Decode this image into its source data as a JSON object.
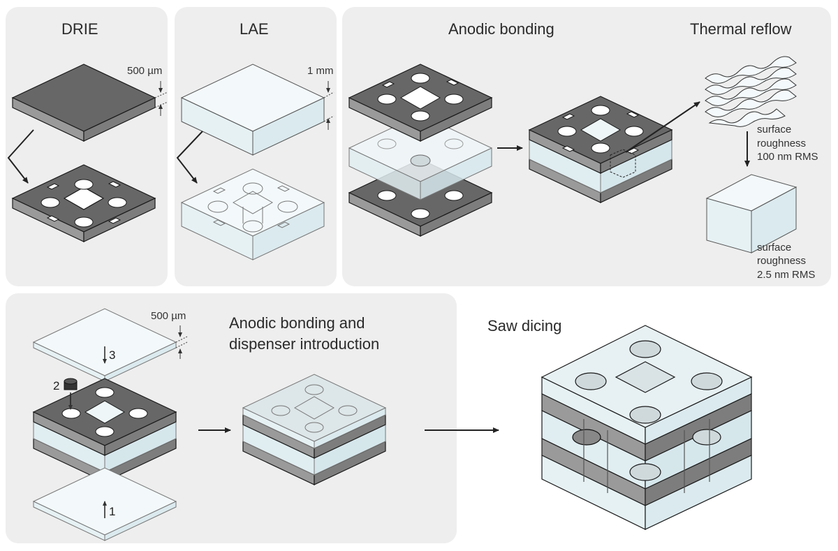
{
  "panels": {
    "drie": {
      "title": "DRIE",
      "thickness": "500 µm"
    },
    "lae": {
      "title": "LAE",
      "thickness": "1 mm"
    },
    "anodic": {
      "title": "Anodic bonding"
    },
    "reflow": {
      "title": "Thermal reflow",
      "before": [
        "surface",
        "roughness",
        "100 nm RMS"
      ],
      "after": [
        "surface",
        "roughness",
        "2.5 nm RMS"
      ]
    },
    "assembly": {
      "title": [
        "Anodic bonding and",
        "dispenser introduction"
      ],
      "thickness": "500 µm",
      "steps": [
        "1",
        "2",
        "3"
      ]
    },
    "dicing": {
      "title": "Saw dicing"
    }
  },
  "colors": {
    "panel_bg": "#eeeeee",
    "silicon_top": "#6b6b6b",
    "silicon_side": "#9c9c9c",
    "glass_top": "#eaf4f6",
    "glass_side": "#d4e6ea",
    "line": "#1a1a1a"
  }
}
